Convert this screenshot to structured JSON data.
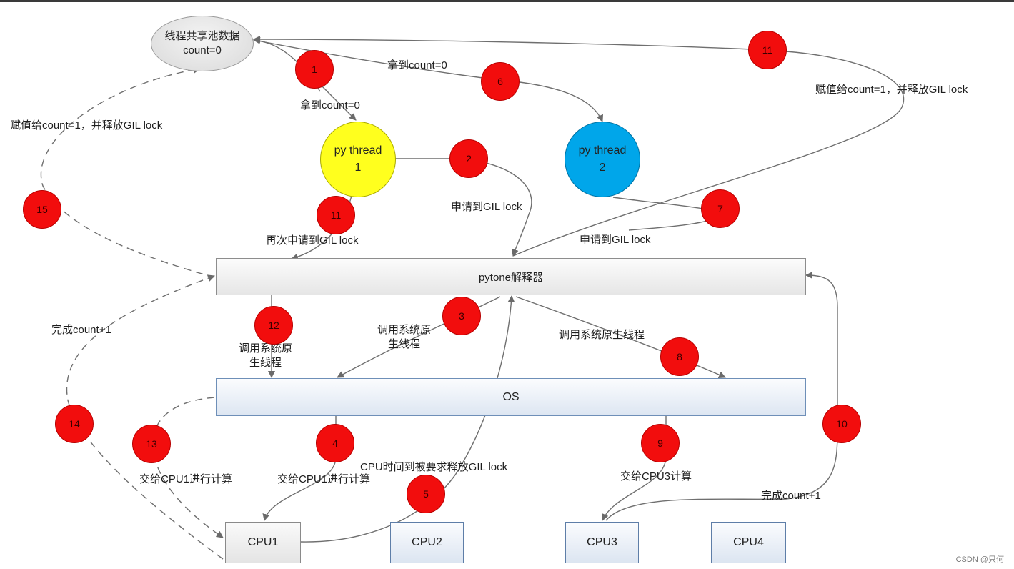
{
  "pool": {
    "line1": "线程共享池数据",
    "line2": "count=0"
  },
  "threads": {
    "t1": {
      "line1": "py thread",
      "line2": "1"
    },
    "t2": {
      "line1": "py thread",
      "line2": "2"
    }
  },
  "interpreter": "pytone解释器",
  "os": "OS",
  "cpus": {
    "cpu1": "CPU1",
    "cpu2": "CPU2",
    "cpu3": "CPU3",
    "cpu4": "CPU4"
  },
  "badges": {
    "b1": "1",
    "b2": "2",
    "b3": "3",
    "b4": "4",
    "b5": "5",
    "b6": "6",
    "b7": "7",
    "b8": "8",
    "b9": "9",
    "b10": "10",
    "b11a": "11",
    "b11b": "11",
    "b12": "12",
    "b13": "13",
    "b14": "14",
    "b15": "15"
  },
  "labels": {
    "get_count_1": "拿到count=0",
    "get_count_2": "拿到count=0",
    "assign_release_right": "赋值给count=1，并释放GIL lock",
    "assign_release_left": "赋值给count=1，并释放GIL lock",
    "apply_gil_1": "申请到GIL lock",
    "apply_gil_2": "申请到GIL lock",
    "reapply_gil": "再次申请到GIL lock",
    "call_native_left_1": "调用系统原",
    "call_native_left_2": "生线程",
    "call_native_mid_1": "调用系统原",
    "call_native_mid_2": "生线程",
    "call_native_right": "调用系统原生线程",
    "done_count_left": "完成count+1",
    "done_count_right": "完成count+1",
    "hand_cpu1_a": "交给CPU1进行计算",
    "hand_cpu1_b": "交给CPU1进行计算",
    "cpu_time_release": "CPU时间到被要求释放GIL lock",
    "hand_cpu3": "交给CPU3计算"
  },
  "watermark": "CSDN @只何",
  "colors": {
    "badge": "#f20d0d",
    "thread1": "#ffff1e",
    "thread2": "#00a6ea",
    "line": "#6a6a6a"
  }
}
